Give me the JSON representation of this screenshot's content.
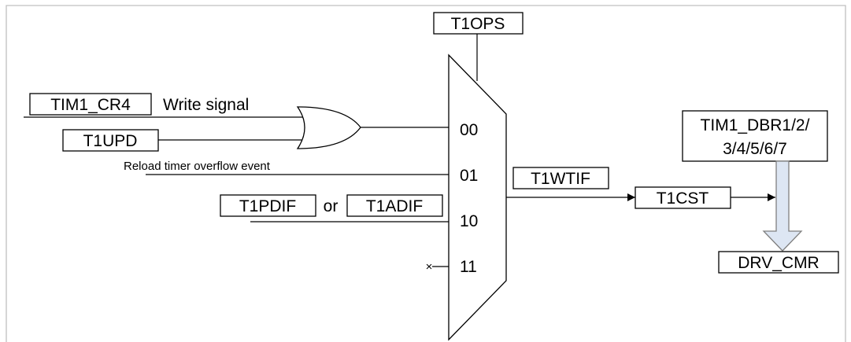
{
  "diagram": {
    "mux_select": "T1OPS",
    "inputs": {
      "or_input_a_box": "TIM1_CR4",
      "or_input_a_text": "Write signal",
      "or_input_b_box": "T1UPD",
      "reload_text": "Reload timer overflow event",
      "pd_box": "T1PDIF",
      "pd_or": "or",
      "ad_box": "T1ADIF"
    },
    "mux_inputs": [
      "00",
      "01",
      "10",
      "11"
    ],
    "mux_output": "T1WTIF",
    "flag": "T1CST",
    "dbr_line1": "TIM1_DBR1/2/",
    "dbr_line2": "3/4/5/6/7",
    "target": "DRV_CMR",
    "unused_mark": "×",
    "colors": {
      "border": "#c0c0c0",
      "arrow_fill": "#dde6f3",
      "arrow_stroke": "#7f7f7f"
    }
  }
}
